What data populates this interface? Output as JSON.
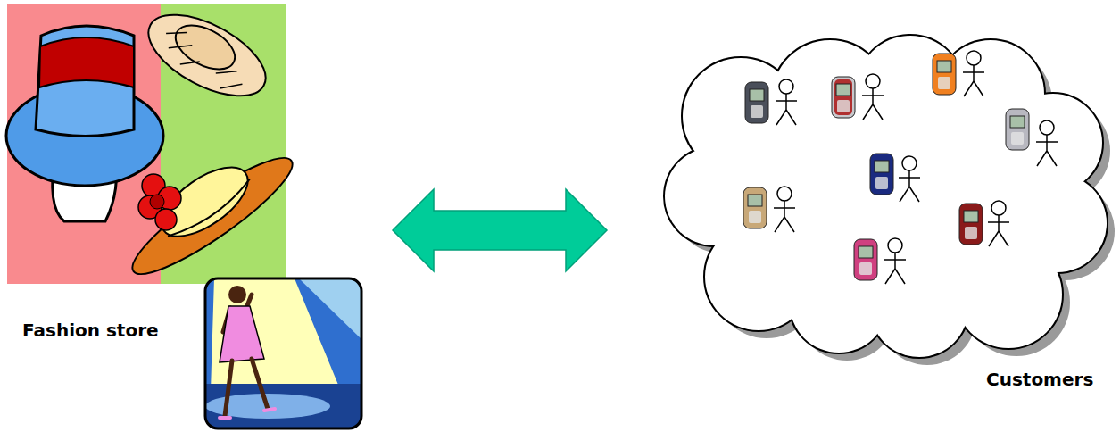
{
  "diagram": {
    "nodes": [
      {
        "text": [
          "Fashion store"
        ]
      },
      {
        "text": [
          "Customers"
        ]
      }
    ],
    "edges": [
      {
        "from": 0,
        "to": 1,
        "arrow": "both"
      }
    ]
  }
}
